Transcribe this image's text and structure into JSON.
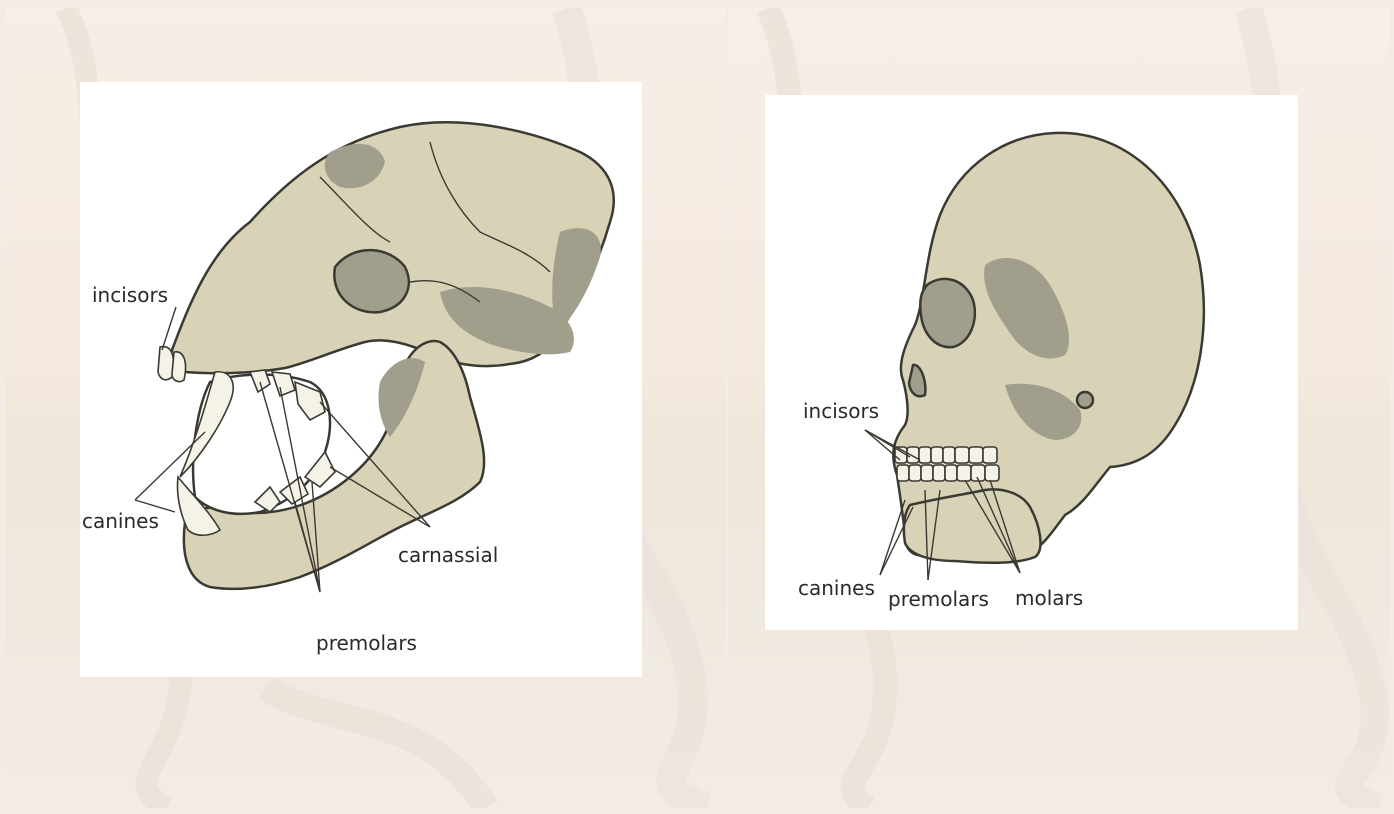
{
  "left_diagram": {
    "labels": {
      "incisors": "incisors",
      "canines": "canines",
      "carnassial": "carnassial",
      "premolars": "premolars"
    },
    "colors": {
      "bone": "#d8d2b6",
      "shade": "#a19e8c",
      "outline": "#3a3a33"
    }
  },
  "right_diagram": {
    "labels": {
      "incisors": "incisors",
      "canines": "canines",
      "premolars": "premolars",
      "molars": "molars"
    },
    "colors": {
      "bone": "#d8d2b6",
      "shade": "#a19e8c",
      "outline": "#3a3a33"
    }
  },
  "background": {
    "color": "#f3ece4"
  }
}
